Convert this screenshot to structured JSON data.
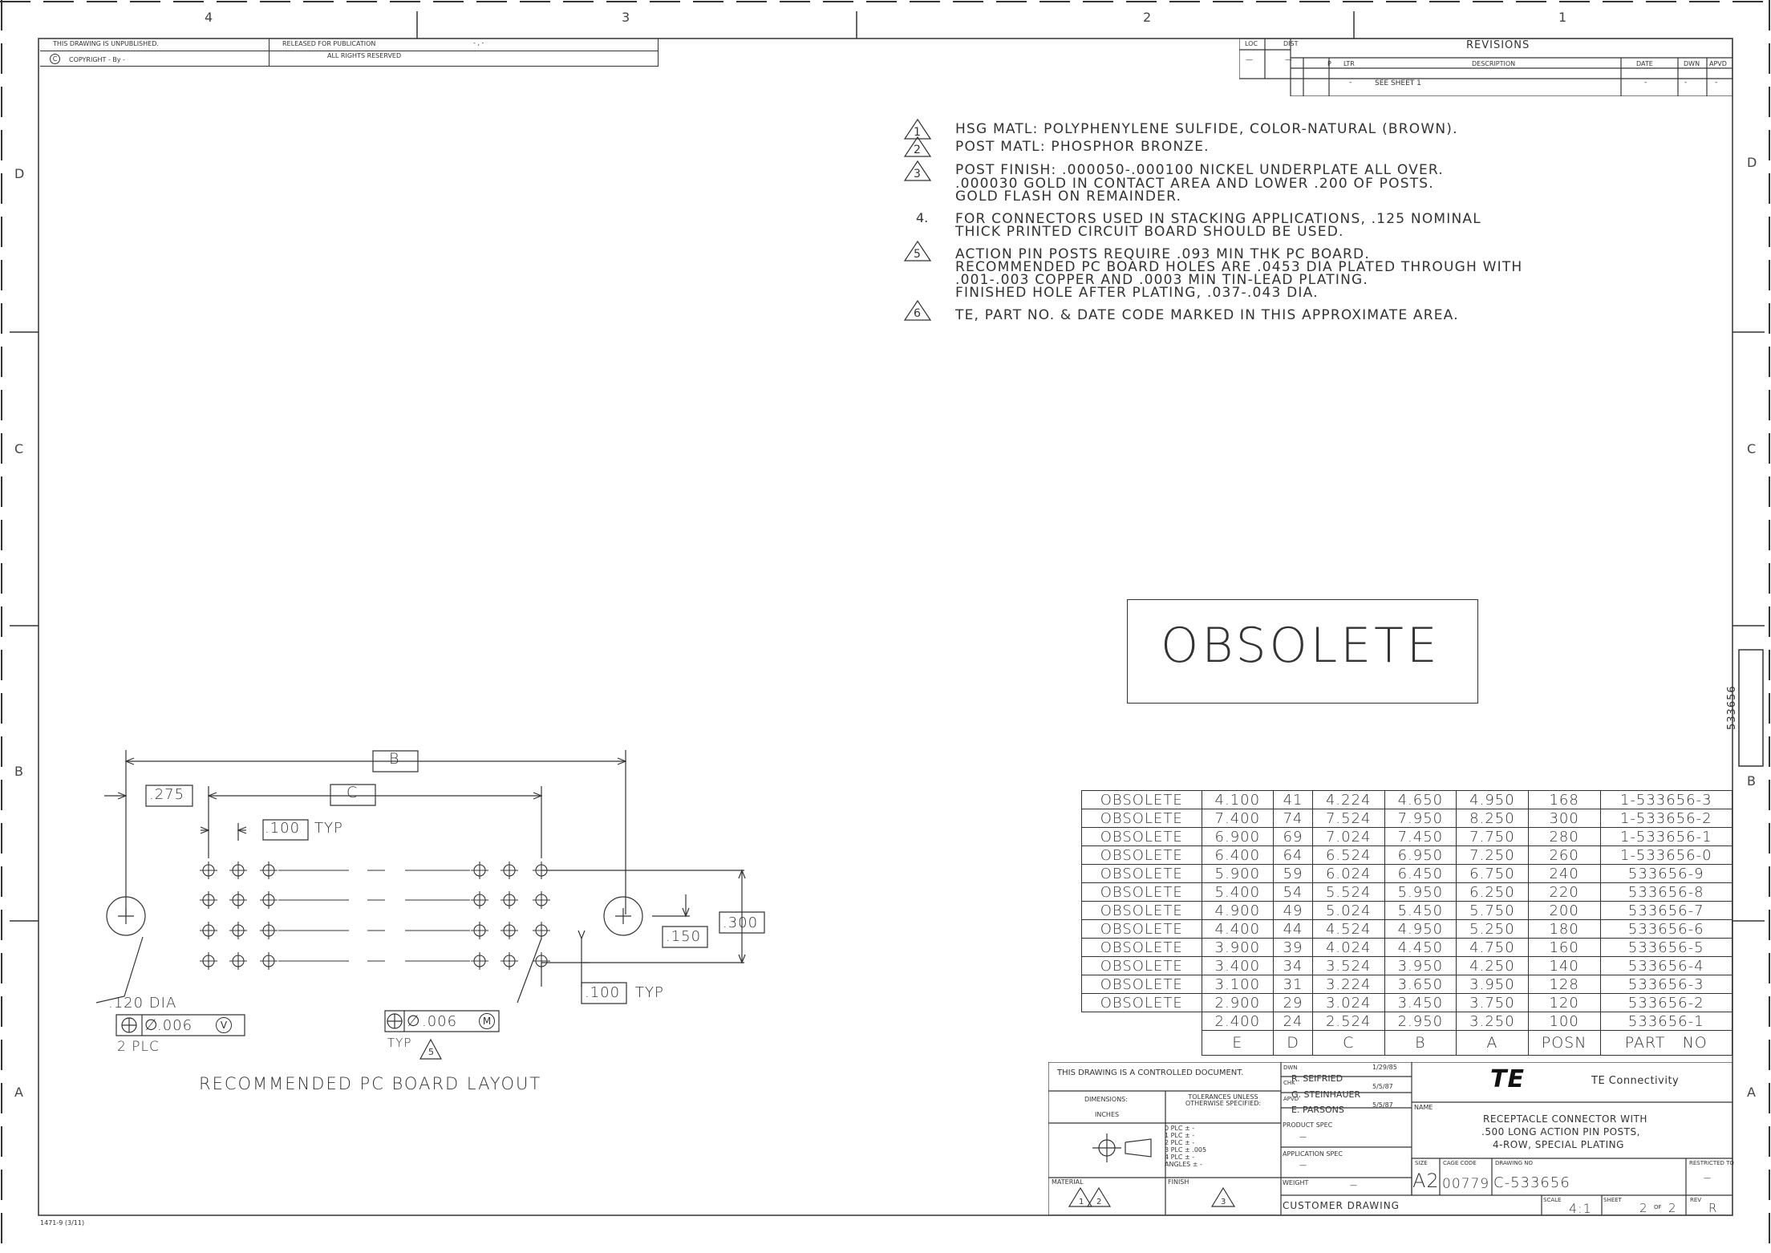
{
  "zones": {
    "top": [
      "4",
      "3",
      "2",
      "1"
    ],
    "side": [
      "D",
      "C",
      "B",
      "A"
    ]
  },
  "header": {
    "unpublished": "THIS DRAWING IS UNPUBLISHED.",
    "released": "RELEASED FOR PUBLICATION",
    "released_date": "- , -",
    "copyright": "COPYRIGHT  -    By  -",
    "rights": "ALL RIGHTS RESERVED"
  },
  "revisions": {
    "title": "REVISIONS",
    "loc_label": "LOC",
    "dist_label": "DIST",
    "loc_value": "—",
    "dist_value": "—",
    "col_p": "P",
    "col_ltr": "LTR",
    "col_desc": "DESCRIPTION",
    "col_date": "DATE",
    "col_dwn": "DWN",
    "col_apvd": "APVD",
    "row": {
      "ltr": "-",
      "desc": "SEE SHEET 1",
      "date": "-",
      "dwn": "-",
      "apvd": "-"
    }
  },
  "notes": [
    {
      "mark": "1",
      "lines": [
        "HSG MATL: POLYPHENYLENE SULFIDE, COLOR-NATURAL (BROWN)."
      ]
    },
    {
      "mark": "2",
      "lines": [
        "POST MATL: PHOSPHOR BRONZE."
      ]
    },
    {
      "mark": "3",
      "lines": [
        "POST FINISH: .000050-.000100 NICKEL UNDERPLATE ALL OVER.",
        ".000030 GOLD IN CONTACT AREA AND LOWER .200 OF POSTS.",
        "GOLD FLASH ON REMAINDER."
      ]
    },
    {
      "mark": "4.",
      "lines": [
        "FOR CONNECTORS USED IN STACKING APPLICATIONS, .125 NOMINAL",
        "THICK PRINTED CIRCUIT BOARD SHOULD BE USED."
      ]
    },
    {
      "mark": "5",
      "lines": [
        "ACTION PIN POSTS REQUIRE .093 MIN THK PC BOARD.",
        "RECOMMENDED PC BOARD HOLES ARE .0453 DIA PLATED THROUGH WITH",
        ".001-.003 COPPER AND .0003 MIN TIN-LEAD PLATING.",
        "FINISHED HOLE AFTER PLATING, .037-.043 DIA."
      ]
    },
    {
      "mark": "6",
      "lines": [
        "TE, PART NO. & DATE CODE MARKED IN THIS APPROXIMATE AREA."
      ]
    }
  ],
  "obsolete_stamp": "OBSOLETE",
  "side_tab": "533656",
  "parts_table": {
    "headers": [
      "E",
      "D",
      "C",
      "B",
      "A",
      "POSN",
      "PART   NO"
    ],
    "rows": [
      [
        "OBSOLETE",
        "4.100",
        "41",
        "4.224",
        "4.650",
        "4.950",
        "168",
        "1-533656-3"
      ],
      [
        "OBSOLETE",
        "7.400",
        "74",
        "7.524",
        "7.950",
        "8.250",
        "300",
        "1-533656-2"
      ],
      [
        "OBSOLETE",
        "6.900",
        "69",
        "7.024",
        "7.450",
        "7.750",
        "280",
        "1-533656-1"
      ],
      [
        "OBSOLETE",
        "6.400",
        "64",
        "6.524",
        "6.950",
        "7.250",
        "260",
        "1-533656-0"
      ],
      [
        "OBSOLETE",
        "5.900",
        "59",
        "6.024",
        "6.450",
        "6.750",
        "240",
        "533656-9"
      ],
      [
        "OBSOLETE",
        "5.400",
        "54",
        "5.524",
        "5.950",
        "6.250",
        "220",
        "533656-8"
      ],
      [
        "OBSOLETE",
        "4.900",
        "49",
        "5.024",
        "5.450",
        "5.750",
        "200",
        "533656-7"
      ],
      [
        "OBSOLETE",
        "4.400",
        "44",
        "4.524",
        "4.950",
        "5.250",
        "180",
        "533656-6"
      ],
      [
        "OBSOLETE",
        "3.900",
        "39",
        "4.024",
        "4.450",
        "4.750",
        "160",
        "533656-5"
      ],
      [
        "OBSOLETE",
        "3.400",
        "34",
        "3.524",
        "3.950",
        "4.250",
        "140",
        "533656-4"
      ],
      [
        "OBSOLETE",
        "3.100",
        "31",
        "3.224",
        "3.650",
        "3.950",
        "128",
        "533656-3"
      ],
      [
        "OBSOLETE",
        "2.900",
        "29",
        "3.024",
        "3.450",
        "3.750",
        "120",
        "533656-2"
      ],
      [
        "",
        "2.400",
        "24",
        "2.524",
        "2.950",
        "3.250",
        "100",
        "533656-1"
      ]
    ]
  },
  "layout_drawing": {
    "title": "RECOMMENDED PC BOARD LAYOUT",
    "dim_b": "B",
    "dim_c": "C",
    "dim_275": ".275",
    "dim_100_typ": ".100",
    "typ": "TYP",
    "dim_150": ".150",
    "dim_300": ".300",
    "dim_100_typ_lower": ".100",
    "dia_120": ".120 DIA",
    "tol_006_v": ".006",
    "tol_v": "V",
    "plc": "2 PLC",
    "tol_006_m": ".006",
    "tol_m": "M",
    "typ_note": "TYP",
    "typ_note_mark": "5"
  },
  "title_block": {
    "controlled": "THIS DRAWING IS A CONTROLLED DOCUMENT.",
    "dwn_label": "DWN",
    "dwn_name": "R. SEIFRIED",
    "dwn_date": "1/29/85",
    "chk_label": "CHK",
    "chk_name": "G. STEINHAUER",
    "chk_date": "5/5/87",
    "apvd_label": "APVD",
    "apvd_name": "E. PARSONS",
    "apvd_date": "5/5/87",
    "dimensions": "DIMENSIONS:",
    "units": "INCHES",
    "tolerances": "TOLERANCES UNLESS OTHERWISE SPECIFIED:",
    "tol_rows": [
      "0 PLC   ± -",
      "1 PLC   ± -",
      "2 PLC   ± -",
      "3 PLC   ± .005",
      "4 PLC   ± -",
      "ANGLES      ± -"
    ],
    "product_spec": "PRODUCT SPEC",
    "product_spec_val": "—",
    "application_spec": "APPLICATION SPEC",
    "application_spec_val": "—",
    "weight": "WEIGHT",
    "weight_val": "—",
    "material": "MATERIAL",
    "finish": "FINISH",
    "material_marks": [
      "1",
      "2"
    ],
    "finish_mark": "3",
    "customer": "CUSTOMER DRAWING",
    "logo": "TE",
    "company": "TE Connectivity",
    "name_label": "NAME",
    "name_lines": [
      "RECEPTACLE CONNECTOR WITH",
      ".500 LONG ACTION PIN POSTS,",
      "4-ROW, SPECIAL PLATING"
    ],
    "size_label": "SIZE",
    "size": "A2",
    "cage_label": "CAGE CODE",
    "cage": "00779",
    "dwg_label": "DRAWING NO",
    "dwg_no": "C-533656",
    "restricted_label": "RESTRICTED TO",
    "restricted": "—",
    "scale_label": "SCALE",
    "scale": "4:1",
    "sheet_label": "SHEET",
    "sheet": "2",
    "sheet_of": "OF",
    "sheet_total": "2",
    "rev_label": "REV",
    "rev": "R"
  },
  "form_code": "1471-9 (3/11)"
}
